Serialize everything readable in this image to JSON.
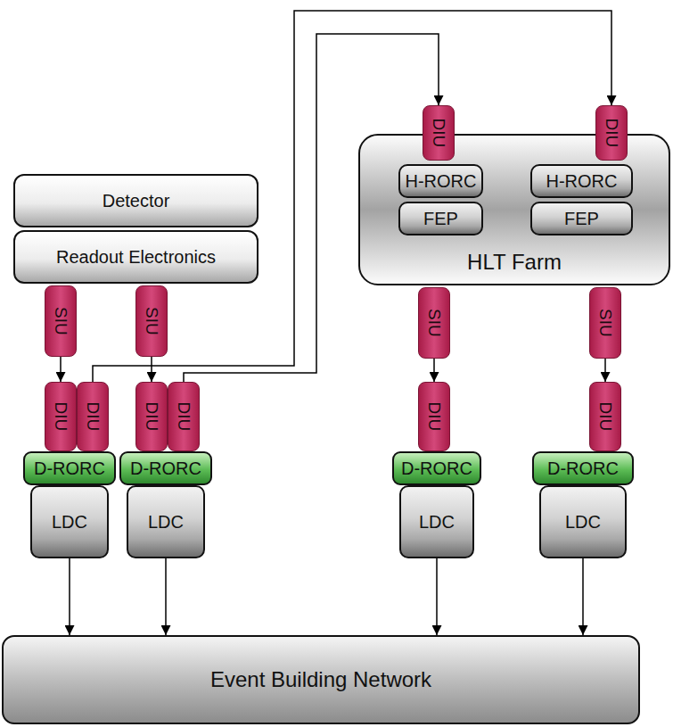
{
  "diagram": {
    "nodes": [
      {
        "text": [
          "DIU"
        ]
      },
      {
        "text": [
          "DIU"
        ]
      },
      {
        "text": [
          "HLT Farm"
        ]
      },
      {
        "text": [
          "H-RORC"
        ],
        "in": 2
      },
      {
        "text": [
          "H-RORC"
        ],
        "in": 2
      },
      {
        "text": [
          "FEP"
        ],
        "in": 2
      },
      {
        "text": [
          "FEP"
        ],
        "in": 2
      },
      {
        "text": [
          "Detector"
        ]
      },
      {
        "text": [
          "Readout Electronics"
        ]
      },
      {
        "text": [
          "SIU"
        ]
      },
      {
        "text": [
          "SIU"
        ]
      },
      {
        "text": [
          "SIU"
        ]
      },
      {
        "text": [
          "SIU"
        ]
      },
      {
        "text": [
          "DIU"
        ]
      },
      {
        "text": [
          "DIU"
        ]
      },
      {
        "text": [
          "DIU"
        ]
      },
      {
        "text": [
          "DIU"
        ]
      },
      {
        "text": [
          "DIU"
        ]
      },
      {
        "text": [
          "DIU"
        ]
      },
      {
        "text": [
          "D-RORC"
        ]
      },
      {
        "text": [
          "D-RORC"
        ]
      },
      {
        "text": [
          "D-RORC"
        ]
      },
      {
        "text": [
          "D-RORC"
        ]
      },
      {
        "text": [
          "LDC"
        ]
      },
      {
        "text": [
          "LDC"
        ]
      },
      {
        "text": [
          "LDC"
        ]
      },
      {
        "text": [
          "LDC"
        ]
      },
      {
        "text": [
          "Event Building Network"
        ]
      }
    ],
    "edges": [
      {
        "from": 9,
        "to": 13,
        "arrow": "to"
      },
      {
        "from": 10,
        "to": 15,
        "arrow": "to"
      },
      {
        "from": 14,
        "to": 1,
        "arrow": "to"
      },
      {
        "from": 16,
        "to": 0,
        "arrow": "to"
      },
      {
        "from": 11,
        "to": 17,
        "arrow": "to"
      },
      {
        "from": 12,
        "to": 18,
        "arrow": "to"
      },
      {
        "from": 23,
        "to": 27,
        "arrow": "to"
      },
      {
        "from": 24,
        "to": 27,
        "arrow": "to"
      },
      {
        "from": 25,
        "to": 27,
        "arrow": "to"
      },
      {
        "from": 26,
        "to": 27,
        "arrow": "to"
      }
    ]
  }
}
